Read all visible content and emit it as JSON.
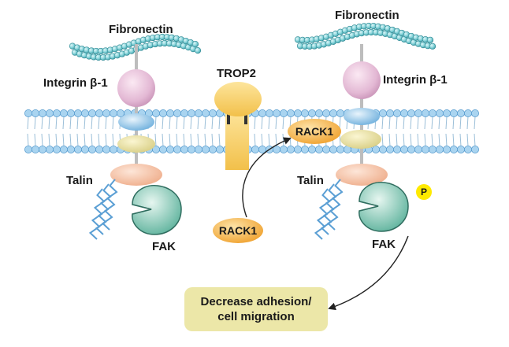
{
  "labels": {
    "fibronectin_left": "Fibronectin",
    "fibronectin_right": "Fibronectin",
    "integrin_left": "Integrin β-1",
    "integrin_right": "Integrin β-1",
    "trop2": "TROP2",
    "rack1_membrane": "RACK1",
    "rack1_cytoplasm": "RACK1",
    "talin_left": "Talin",
    "talin_right": "Talin",
    "fak_left": "FAK",
    "fak_right": "FAK",
    "phospho": "P"
  },
  "outcome": {
    "line1": "Decrease adhesion/",
    "line2": "cell migration"
  },
  "colors": {
    "fibronectin_bead": "#7fd0d6",
    "integrin_head": "#e3b8d4",
    "membrane_blue": "#9ecbea",
    "talin": "#f3c3a8",
    "fak": "#8fd1bf",
    "trop2": "#f6cf6a",
    "rack1": "#f3b24a",
    "phospho_badge": "#ffea00",
    "outcome_box": "#ece7a8"
  }
}
